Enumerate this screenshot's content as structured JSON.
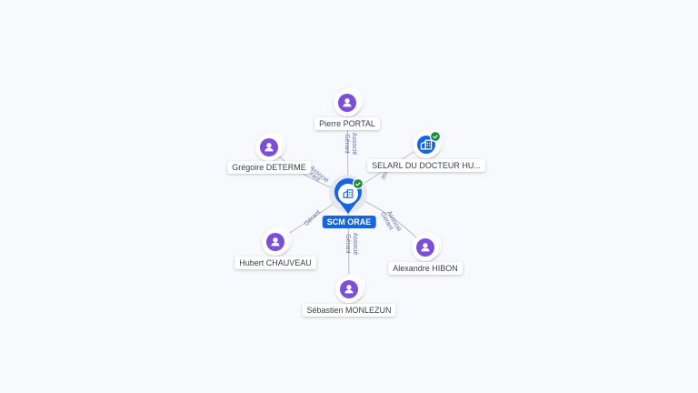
{
  "center": {
    "name": "SCM ORAE",
    "icon": "building-icon",
    "verified": true,
    "color": "#1565e0",
    "badge_color": "#1e8e3e"
  },
  "people_color": "#7b4fd6",
  "company_color": "#1565e0",
  "nodes": [
    {
      "id": "pierre",
      "label": "Pierre PORTAL",
      "kind": "person",
      "icon": "person-icon",
      "edge_labels": [
        "Gérant",
        "Associé"
      ]
    },
    {
      "id": "selarl",
      "label": "SELARL DU DOCTEUR HU...",
      "kind": "company",
      "icon": "building-icon",
      "verified": true,
      "edge_labels": [
        "Associé"
      ]
    },
    {
      "id": "alexandre",
      "label": "Alexandre HIBON",
      "kind": "person",
      "icon": "person-icon",
      "edge_labels": [
        "Gérant",
        "Associé"
      ]
    },
    {
      "id": "sebastien",
      "label": "Sébastien MONLEZUN",
      "kind": "person",
      "icon": "person-icon",
      "edge_labels": [
        "Gérant",
        "Associé"
      ]
    },
    {
      "id": "hubert",
      "label": "Hubert CHAUVEAU",
      "kind": "person",
      "icon": "person-icon",
      "edge_labels": [
        "Gérant"
      ]
    },
    {
      "id": "gregoire",
      "label": "Grégoire DETERME",
      "kind": "person",
      "icon": "person-icon",
      "edge_labels": [
        "Gérant",
        "Associé"
      ]
    }
  ]
}
